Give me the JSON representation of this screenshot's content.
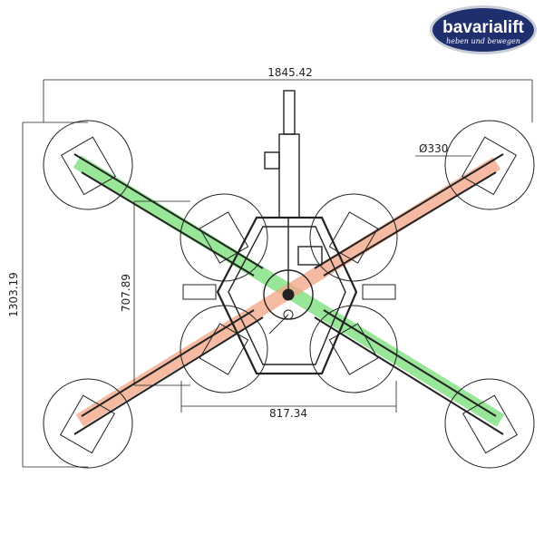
{
  "logo": {
    "brand": "bavarialift",
    "tagline": "heben und bewegen"
  },
  "dimensions": {
    "overall_width": "1845.42",
    "overall_height": "1303.19",
    "inner_height": "707.89",
    "inner_width": "817.34",
    "pad_diameter": "Ø330"
  },
  "colors": {
    "line": "#222222",
    "green_band": "#7ee07e",
    "orange_band": "#f2a98a",
    "logo_bg": "#1f2f6e"
  }
}
